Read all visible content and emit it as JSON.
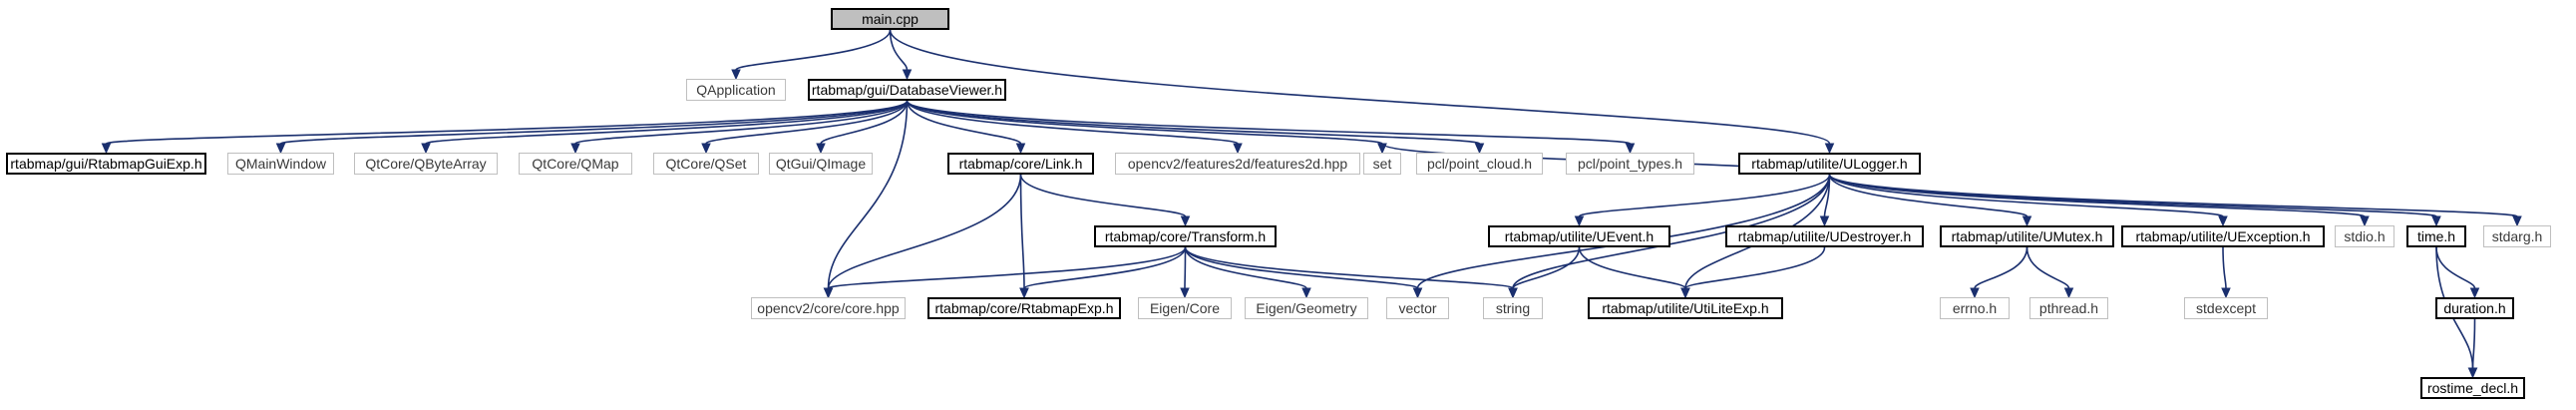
{
  "diagram": {
    "colors": {
      "edge": "#1a2f6e",
      "documented_border": "#000000",
      "external_border": "#bfbfbf",
      "root_fill": "#bfbfbf"
    },
    "nodes": {
      "main": {
        "label": "main.cpp",
        "kind": "root"
      },
      "qapplication": {
        "label": "QApplication",
        "kind": "external"
      },
      "databaseviewer": {
        "label": "rtabmap/gui/DatabaseViewer.h",
        "kind": "documented"
      },
      "ulogger": {
        "label": "rtabmap/utilite/ULogger.h",
        "kind": "documented"
      },
      "rtabmapguiexp": {
        "label": "rtabmap/gui/RtabmapGuiExp.h",
        "kind": "documented"
      },
      "qmainwindow": {
        "label": "QMainWindow",
        "kind": "external"
      },
      "qbytearray": {
        "label": "QtCore/QByteArray",
        "kind": "external"
      },
      "qmap": {
        "label": "QtCore/QMap",
        "kind": "external"
      },
      "qset": {
        "label": "QtCore/QSet",
        "kind": "external"
      },
      "qimage": {
        "label": "QtGui/QImage",
        "kind": "external"
      },
      "link": {
        "label": "rtabmap/core/Link.h",
        "kind": "documented"
      },
      "features2d": {
        "label": "opencv2/features2d/features2d.hpp",
        "kind": "external"
      },
      "set": {
        "label": "set",
        "kind": "external"
      },
      "pointcloud": {
        "label": "pcl/point_cloud.h",
        "kind": "external"
      },
      "pointtypes": {
        "label": "pcl/point_types.h",
        "kind": "external"
      },
      "uevent": {
        "label": "rtabmap/utilite/UEvent.h",
        "kind": "documented"
      },
      "udestroyer": {
        "label": "rtabmap/utilite/UDestroyer.h",
        "kind": "documented"
      },
      "umutex": {
        "label": "rtabmap/utilite/UMutex.h",
        "kind": "documented"
      },
      "uexception": {
        "label": "rtabmap/utilite/UException.h",
        "kind": "documented"
      },
      "stdio": {
        "label": "stdio.h",
        "kind": "external"
      },
      "time": {
        "label": "time.h",
        "kind": "documented"
      },
      "stdarg": {
        "label": "stdarg.h",
        "kind": "external"
      },
      "transform": {
        "label": "rtabmap/core/Transform.h",
        "kind": "documented"
      },
      "opencvcore": {
        "label": "opencv2/core/core.hpp",
        "kind": "external"
      },
      "rtabmapexp": {
        "label": "rtabmap/core/RtabmapExp.h",
        "kind": "documented"
      },
      "eigencore": {
        "label": "Eigen/Core",
        "kind": "external"
      },
      "eigengeometry": {
        "label": "Eigen/Geometry",
        "kind": "external"
      },
      "vector": {
        "label": "vector",
        "kind": "external"
      },
      "string": {
        "label": "string",
        "kind": "external"
      },
      "utiliteexp": {
        "label": "rtabmap/utilite/UtiLiteExp.h",
        "kind": "documented"
      },
      "errno": {
        "label": "errno.h",
        "kind": "external"
      },
      "pthread": {
        "label": "pthread.h",
        "kind": "external"
      },
      "stdexcept": {
        "label": "stdexcept",
        "kind": "external"
      },
      "duration": {
        "label": "duration.h",
        "kind": "documented"
      },
      "rostimedecl": {
        "label": "rostime_decl.h",
        "kind": "documented"
      }
    },
    "edges": [
      [
        "main",
        "qapplication"
      ],
      [
        "main",
        "databaseviewer"
      ],
      [
        "main",
        "ulogger"
      ],
      [
        "databaseviewer",
        "rtabmapguiexp"
      ],
      [
        "databaseviewer",
        "qmainwindow"
      ],
      [
        "databaseviewer",
        "qbytearray"
      ],
      [
        "databaseviewer",
        "qmap"
      ],
      [
        "databaseviewer",
        "qset"
      ],
      [
        "databaseviewer",
        "qimage"
      ],
      [
        "databaseviewer",
        "link"
      ],
      [
        "databaseviewer",
        "features2d"
      ],
      [
        "databaseviewer",
        "set"
      ],
      [
        "databaseviewer",
        "pointcloud"
      ],
      [
        "databaseviewer",
        "pointtypes"
      ],
      [
        "databaseviewer",
        "opencvcore"
      ],
      [
        "link",
        "transform"
      ],
      [
        "link",
        "opencvcore"
      ],
      [
        "link",
        "rtabmapexp"
      ],
      [
        "transform",
        "opencvcore"
      ],
      [
        "transform",
        "rtabmapexp"
      ],
      [
        "transform",
        "eigencore"
      ],
      [
        "transform",
        "eigengeometry"
      ],
      [
        "transform",
        "vector"
      ],
      [
        "transform",
        "string"
      ],
      [
        "ulogger",
        "set"
      ],
      [
        "ulogger",
        "vector"
      ],
      [
        "ulogger",
        "string"
      ],
      [
        "ulogger",
        "uevent"
      ],
      [
        "ulogger",
        "utiliteexp"
      ],
      [
        "ulogger",
        "udestroyer"
      ],
      [
        "ulogger",
        "umutex"
      ],
      [
        "ulogger",
        "uexception"
      ],
      [
        "ulogger",
        "stdio"
      ],
      [
        "ulogger",
        "time"
      ],
      [
        "ulogger",
        "stdarg"
      ],
      [
        "uevent",
        "string"
      ],
      [
        "uevent",
        "utiliteexp"
      ],
      [
        "udestroyer",
        "utiliteexp"
      ],
      [
        "umutex",
        "errno"
      ],
      [
        "umutex",
        "pthread"
      ],
      [
        "uexception",
        "stdexcept"
      ],
      [
        "time",
        "duration"
      ],
      [
        "time",
        "rostimedecl"
      ],
      [
        "duration",
        "rostimedecl"
      ]
    ]
  }
}
